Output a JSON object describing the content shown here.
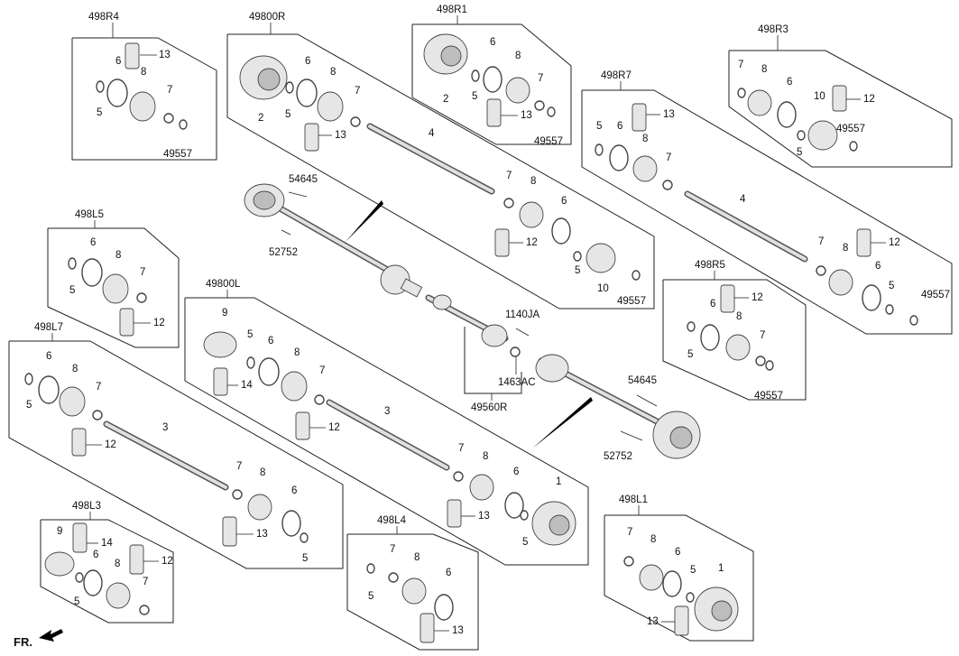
{
  "groups": {
    "r4": "498R4",
    "r800": "49800R",
    "r1": "498R1",
    "r3": "498R3",
    "r7": "498R7",
    "l5": "498L5",
    "r5": "498R5",
    "l800": "49800L",
    "l7": "498L7",
    "l3": "498L3",
    "l4": "498L4",
    "l1": "498L1",
    "c560": "49560R"
  },
  "labels": {
    "n1": "1",
    "n2": "2",
    "n3": "3",
    "n4": "4",
    "n5": "5",
    "n6": "6",
    "n7": "7",
    "n8": "8",
    "n9": "9",
    "n10": "10",
    "n12": "12",
    "n13": "13",
    "n14": "14",
    "p49557": "49557",
    "p54645": "54645",
    "p52752": "52752",
    "p1140JA": "1140JA",
    "p1463AC": "1463AC"
  },
  "footer": {
    "direction": "FR."
  }
}
